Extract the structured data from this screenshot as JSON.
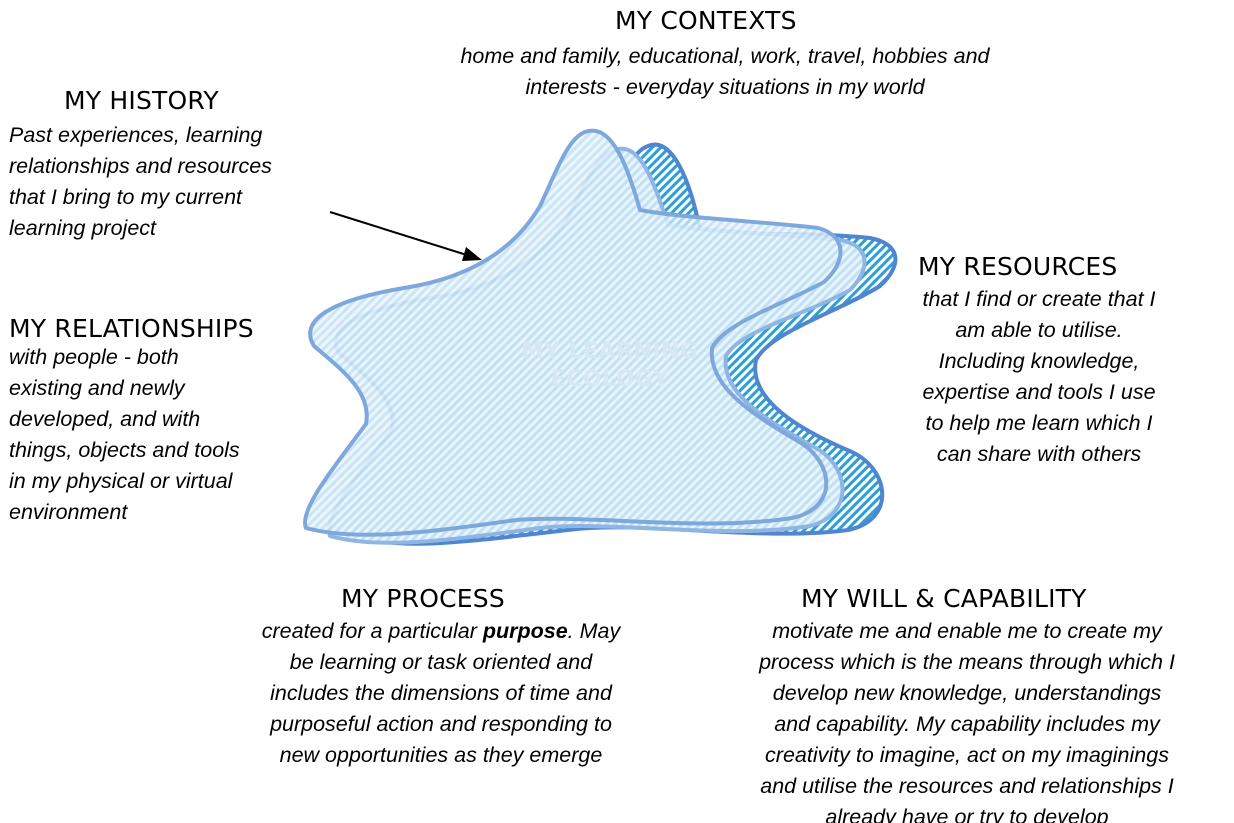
{
  "center_label": [
    "MY LEARNING",
    "ECOLOGY"
  ],
  "sections": {
    "contexts": {
      "title": "MY CONTEXTS",
      "lines": [
        "home and family, educational,  work, travel, hobbies and",
        "interests - everyday situations in my world"
      ]
    },
    "history": {
      "title": "MY HISTORY",
      "lines": [
        "Past experiences, learning",
        "relationships and resources",
        "that I bring to my current",
        "learning project"
      ]
    },
    "relationships": {
      "title": "MY RELATIONSHIPS",
      "lines": [
        "with people - both",
        "existing and newly",
        "developed, and with",
        "things, objects and tools",
        "in my physical or virtual",
        "environment"
      ]
    },
    "resources": {
      "title": "MY RESOURCES",
      "lines": [
        "that I find or create that I",
        "am able to utilise.",
        "Including knowledge,",
        "expertise and tools I use",
        "to help me learn which I",
        "can share with others"
      ]
    },
    "process": {
      "title": "MY PROCESS",
      "line1_before": "created for a particular ",
      "line1_bold": "purpose",
      "line1_after": ". May",
      "lines": [
        "be learning or task oriented and",
        "includes the dimensions of time and",
        "purposeful action and responding to",
        "new opportunities as they emerge"
      ]
    },
    "will": {
      "title": "MY WILL & CAPABILITY",
      "lines": [
        "motivate me and enable me to create my",
        "process which is the means through which I",
        "develop new knowledge, understandings",
        "and capability. My capability includes my",
        "creativity to imagine, act on my imaginings",
        "and utilise the resources and relationships I",
        "already have or try to develop"
      ]
    },
    "colors": {
      "outline": "#6f9bd6",
      "back_outline": "#4f86cf",
      "back_fill": "#2c9fd4",
      "front_fill": "#cfe7f6"
    }
  }
}
